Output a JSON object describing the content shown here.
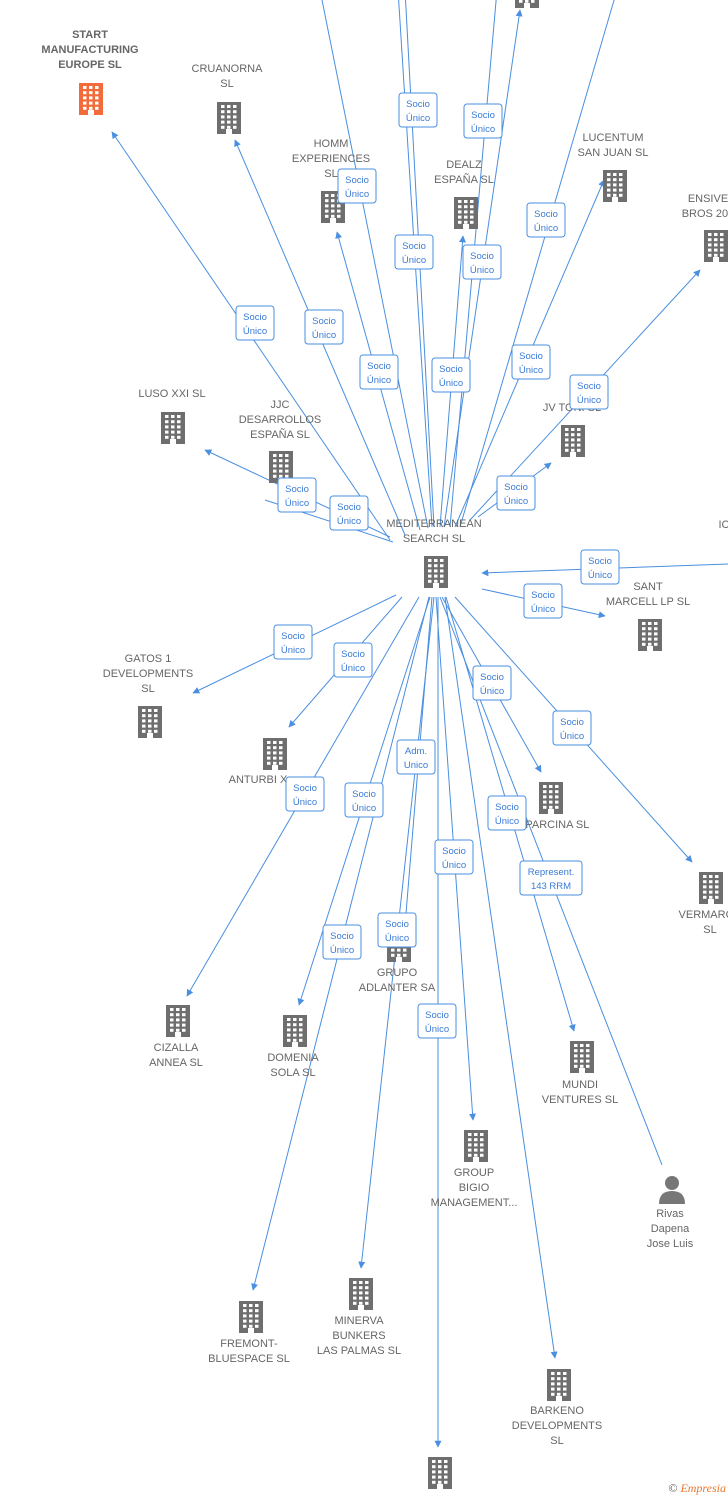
{
  "colors": {
    "edge": "#4a8fe0",
    "building": "#6e6e6e",
    "highlight": "#f26b3a",
    "person": "#777777"
  },
  "center": {
    "id": "center",
    "lines": [
      "MEDITERRANEAN",
      "SEARCH SL"
    ],
    "icon": "building-icon"
  },
  "nodes": [
    {
      "id": "start",
      "lines": [
        "START",
        "MANUFACTURING",
        "EUROPE  SL"
      ],
      "icon": "building-icon",
      "highlight": true
    },
    {
      "id": "cruanorna",
      "lines": [
        "CRUANORNA",
        "SL"
      ],
      "icon": "building-icon"
    },
    {
      "id": "homm",
      "lines": [
        "HOMM",
        "EXPERIENCES",
        "SL"
      ],
      "icon": "building-icon"
    },
    {
      "id": "dealz",
      "lines": [
        "DEALZ",
        "ESPAÑA  SL"
      ],
      "icon": "building-icon"
    },
    {
      "id": "lucentum",
      "lines": [
        "LUCENTUM",
        "SAN JUAN  SL"
      ],
      "icon": "building-icon"
    },
    {
      "id": "ensive",
      "lines": [
        "ENSIVE",
        "BROS 201"
      ],
      "icon": "building-icon"
    },
    {
      "id": "top",
      "lines": [],
      "icon": "building-icon"
    },
    {
      "id": "luso",
      "lines": [
        "LUSO XXI  SL"
      ],
      "icon": "building-icon"
    },
    {
      "id": "jjc",
      "lines": [
        "JJC",
        "DESARROLLOS",
        "ESPAÑA  SL"
      ],
      "icon": "building-icon"
    },
    {
      "id": "jvtoni",
      "lines": [
        "JV TONI  SL"
      ],
      "icon": "building-icon"
    },
    {
      "id": "ic",
      "lines": [
        "IC"
      ],
      "icon": "none"
    },
    {
      "id": "santmarcell",
      "lines": [
        "SANT",
        "MARCELL LP  SL"
      ],
      "icon": "building-icon"
    },
    {
      "id": "gatos",
      "lines": [
        "GATOS 1",
        "DEVELOPMENTS",
        "SL"
      ],
      "icon": "building-icon"
    },
    {
      "id": "anturbi",
      "lines": [
        "ANTURBI X"
      ],
      "icon": "building-icon"
    },
    {
      "id": "esparcina",
      "lines": [
        "ESPARCINA  SL"
      ],
      "icon": "building-icon"
    },
    {
      "id": "vermarox",
      "lines": [
        "VERMAROX",
        "SL"
      ],
      "icon": "building-icon"
    },
    {
      "id": "adlanter",
      "lines": [
        "GRUPO",
        "ADLANTER SA"
      ],
      "icon": "building-icon"
    },
    {
      "id": "cizalla",
      "lines": [
        "CIZALLA",
        "ANNEA  SL"
      ],
      "icon": "building-icon"
    },
    {
      "id": "domenia",
      "lines": [
        "DOMENIA",
        "SOLA SL"
      ],
      "icon": "building-icon"
    },
    {
      "id": "mundi",
      "lines": [
        "MUNDI",
        "VENTURES  SL"
      ],
      "icon": "building-icon"
    },
    {
      "id": "bigio",
      "lines": [
        "GROUP",
        "BIGIO",
        "MANAGEMENT..."
      ],
      "icon": "building-icon"
    },
    {
      "id": "rivas",
      "lines": [
        "Rivas",
        "Dapena",
        "Jose Luis"
      ],
      "icon": "person-icon"
    },
    {
      "id": "fremont",
      "lines": [
        "FREMONT-",
        "BLUESPACE  SL"
      ],
      "icon": "building-icon"
    },
    {
      "id": "minerva",
      "lines": [
        "MINERVA",
        "BUNKERS",
        "LAS PALMAS  SL"
      ],
      "icon": "building-icon"
    },
    {
      "id": "barkeno",
      "lines": [
        "BARKENO",
        "DEVELOPMENTS",
        "SL"
      ],
      "icon": "building-icon"
    },
    {
      "id": "bottom",
      "lines": [],
      "icon": "building-icon"
    }
  ],
  "edges": [
    {
      "label": [
        "Socio",
        "Único"
      ]
    },
    {
      "label": [
        "Socio",
        "Único"
      ]
    },
    {
      "label": [
        "Socio",
        "Único"
      ]
    },
    {
      "label": [
        "Socio",
        "Único"
      ]
    },
    {
      "label": [
        "Socio",
        "Único"
      ]
    },
    {
      "label": [
        "Socio",
        "Único"
      ]
    },
    {
      "label": [
        "Socio",
        "Único"
      ]
    },
    {
      "label": [
        "Socio",
        "Único"
      ]
    },
    {
      "label": [
        "Socio",
        "Único"
      ]
    },
    {
      "label": [
        "Socio",
        "Único"
      ]
    },
    {
      "label": [
        "Socio",
        "Único"
      ]
    },
    {
      "label": [
        "Socio",
        "Único"
      ]
    },
    {
      "label": [
        "Socio",
        "Único"
      ]
    },
    {
      "label": [
        "Socio",
        "Único"
      ]
    },
    {
      "label": [
        "Socio",
        "Único"
      ]
    },
    {
      "label": [
        "Socio",
        "Único"
      ]
    },
    {
      "label": [
        "Socio",
        "Único"
      ]
    },
    {
      "label": [
        "Socio",
        "Único"
      ]
    },
    {
      "label": [
        "Socio",
        "Único"
      ]
    },
    {
      "label": [
        "Adm.",
        "Unico"
      ]
    },
    {
      "label": [
        "Socio",
        "Único"
      ]
    },
    {
      "label": [
        "Socio",
        "Único"
      ]
    },
    {
      "label": [
        "Socio",
        "Único"
      ]
    },
    {
      "label": [
        "Socio",
        "Único"
      ]
    },
    {
      "label": [
        "Socio",
        "Único"
      ]
    },
    {
      "label": [
        "Socio",
        "Único"
      ]
    },
    {
      "label": [
        "Represent.",
        "143 RRM"
      ]
    },
    {
      "label": [
        "Socio",
        "Único"
      ]
    },
    {
      "label": [
        "Socio",
        "Único"
      ]
    },
    {
      "label": [
        "Socio",
        "Único"
      ]
    }
  ],
  "footer": {
    "copyright": "©",
    "brand": "Empresia"
  }
}
